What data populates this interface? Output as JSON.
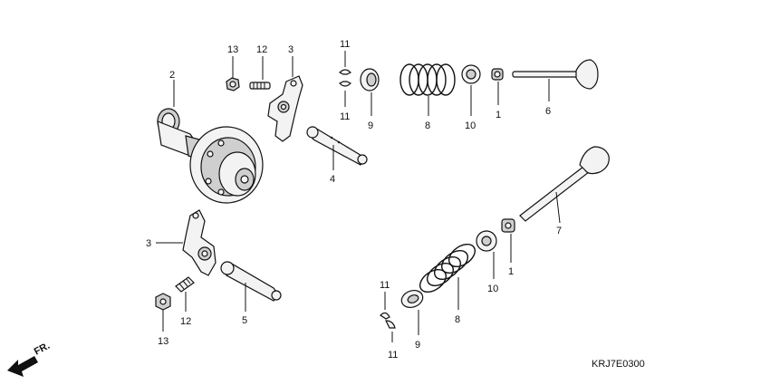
{
  "labels": {
    "n13a": "13",
    "n12a": "12",
    "n3a": "3",
    "n11a": "11",
    "n11b": "11",
    "n2": "2",
    "n9a": "9",
    "n8a": "8",
    "n10a": "10",
    "n1a": "1",
    "n6": "6",
    "n4": "4",
    "n7": "7",
    "n3b": "3",
    "n1b": "1",
    "n10b": "10",
    "n11c": "11",
    "n11d": "11",
    "n12b": "12",
    "n5": "5",
    "n8b": "8",
    "n13b": "13",
    "n9b": "9"
  },
  "direction": {
    "text": "FR."
  },
  "diagram_code": "KRJ7E0300"
}
